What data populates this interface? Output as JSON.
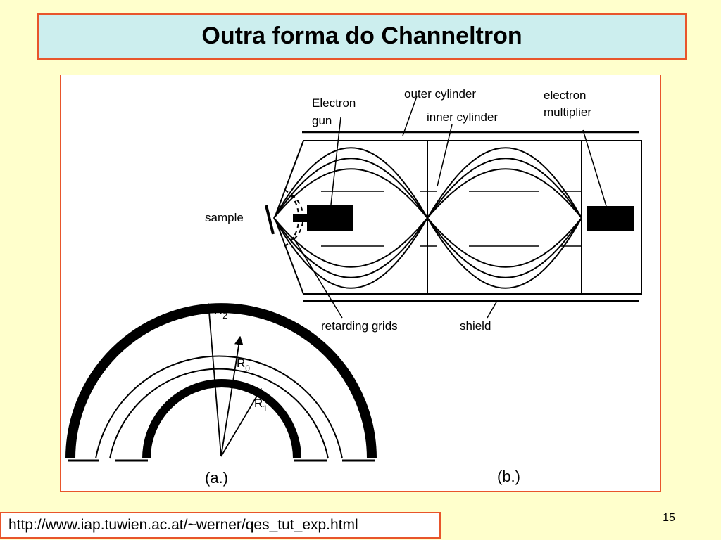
{
  "slide": {
    "title": "Outra forma do Channeltron",
    "url": "http://www.iap.tuwien.ac.at/~werner/qes_tut_exp.html",
    "page_number": "15"
  },
  "figure": {
    "labels": {
      "electron_gun_1": "Electron",
      "electron_gun_2": "gun",
      "outer_cylinder": "outer cylinder",
      "inner_cylinder": "inner cylinder",
      "electron_multiplier_1": "electron",
      "electron_multiplier_2": "multiplier",
      "sample": "sample",
      "retarding_grids": "retarding grids",
      "shield": "shield",
      "r2": "R",
      "r2_sub": "2",
      "r0": "R",
      "r0_sub": "0",
      "r1": "R",
      "r1_sub": "1",
      "caption_a": "(a.)",
      "caption_b": "(b.)"
    }
  },
  "colors": {
    "background": "#ffffcc",
    "title_fill": "#cceeee",
    "accent_border": "#e8552b"
  }
}
